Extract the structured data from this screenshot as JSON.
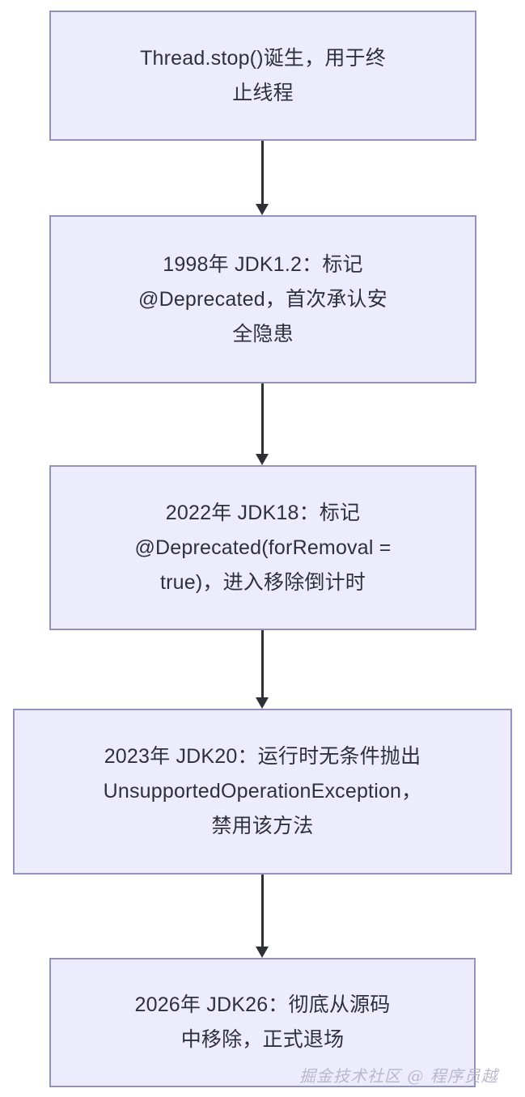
{
  "diagram": {
    "type": "flowchart",
    "orientation": "top-to-bottom",
    "colors": {
      "node_fill": "#ececfd",
      "node_border": "#9392bb",
      "node_text": "#31303a",
      "arrow": "#2f2f36",
      "background": "#ffffff",
      "watermark_text": "#b2aec6"
    },
    "nodes": [
      {
        "id": "n1",
        "text": "Thread.stop()诞生，用于终\n止线程"
      },
      {
        "id": "n2",
        "text": "1998年 JDK1.2：标记\n@Deprecated，首次承认安\n全隐患"
      },
      {
        "id": "n3",
        "text": "2022年 JDK18：标记\n@Deprecated(forRemoval =\ntrue)，进入移除倒计时"
      },
      {
        "id": "n4",
        "text": "2023年 JDK20：运行时无条件抛出\nUnsupportedOperationException，\n禁用该方法"
      },
      {
        "id": "n5",
        "text": "2026年 JDK26：彻底从源码\n中移除，正式退场"
      }
    ],
    "edges": [
      {
        "from": "n1",
        "to": "n2",
        "label": ""
      },
      {
        "from": "n2",
        "to": "n3",
        "label": ""
      },
      {
        "from": "n3",
        "to": "n4",
        "label": ""
      },
      {
        "from": "n4",
        "to": "n5",
        "label": ""
      }
    ]
  },
  "watermark": {
    "text": "掘金技术社区 @ 程序员越"
  }
}
